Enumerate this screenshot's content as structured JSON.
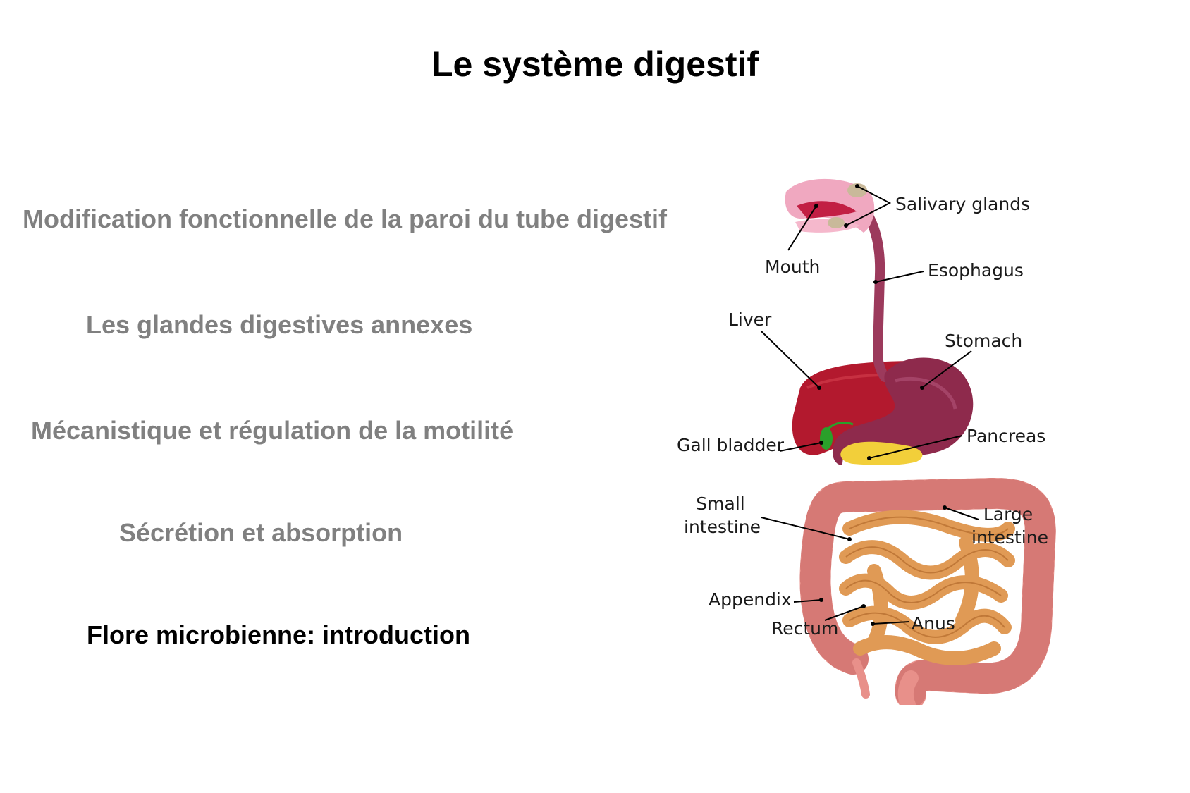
{
  "title": "Le système digestif",
  "topics": [
    {
      "label": "Modification fonctionnelle de la paroi du tube digestif",
      "active": false
    },
    {
      "label": "Les glandes digestives annexes",
      "active": false
    },
    {
      "label": "Mécanistique et régulation de la motilité",
      "active": false
    },
    {
      "label": "Sécrétion et absorption",
      "active": false
    },
    {
      "label": "Flore microbienne: introduction",
      "active": true
    }
  ],
  "diagram": {
    "labels": {
      "salivary_glands": "Salivary glands",
      "mouth": "Mouth",
      "esophagus": "Esophagus",
      "liver": "Liver",
      "stomach": "Stomach",
      "pancreas": "Pancreas",
      "gall_bladder": "Gall bladder",
      "small_intestine_1": "Small",
      "small_intestine_2": "intestine",
      "large_intestine_1": "Large",
      "large_intestine_2": "intestine",
      "appendix": "Appendix",
      "rectum": "Rectum",
      "anus": "Anus"
    },
    "colors": {
      "mouth": "#f0a8c0",
      "esophagus": "#9c3a5c",
      "liver": "#b3192e",
      "stomach": "#8e2a4c",
      "pancreas": "#f2cf3a",
      "gall_bladder": "#2aa02a",
      "small_intestine": "#e09a55",
      "large_intestine": "#e8908a",
      "salivary_glands": "#c9b99a"
    }
  }
}
